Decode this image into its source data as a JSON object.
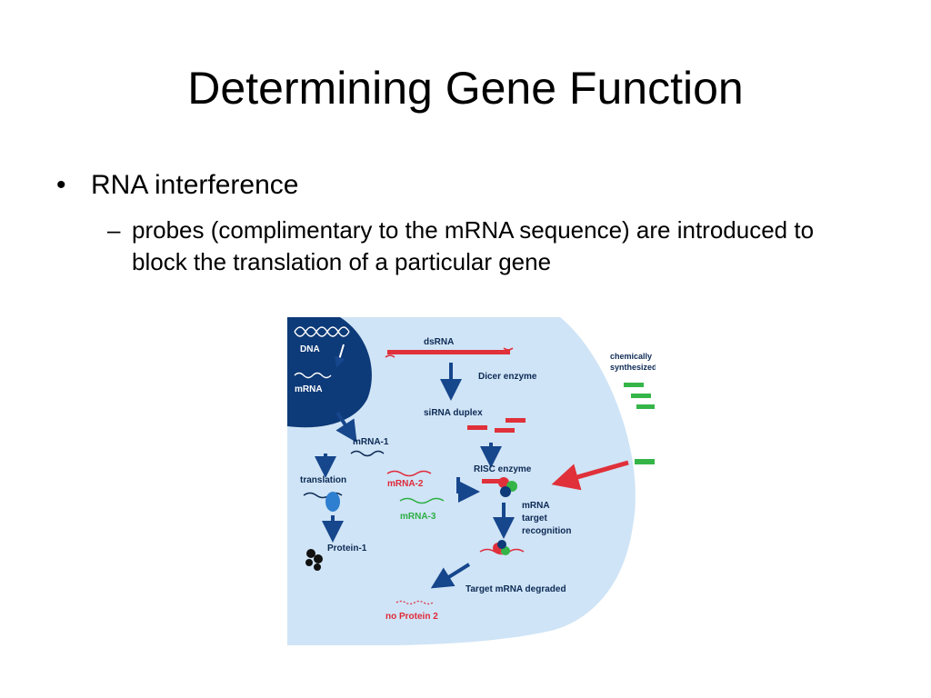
{
  "slide": {
    "title": "Determining Gene Function",
    "bullet_mark": "•",
    "sub_bullet_mark": "–",
    "bullet": "RNA interference",
    "sub_bullet": "probes (complimentary to the mRNA sequence) are introduced to block the translation of a particular gene"
  },
  "figure": {
    "labels": {
      "dna": "DNA",
      "mrna": "mRNA",
      "dsrna": "dsRNA",
      "dicer": "Dicer enzyme",
      "sirna_duplex": "siRNA duplex",
      "chem_line1": "chemically",
      "chem_line2": "synthesized siRNA",
      "mrna1": "mRNA-1",
      "translation": "translation",
      "protein1": "Protein-1",
      "risc": "RISC enzyme",
      "mrna2": "mRNA-2",
      "mrna3": "mRNA-3",
      "target_line1": "mRNA",
      "target_line2": "target",
      "target_line3": "recognition",
      "degraded": "Target mRNA degraded",
      "no_protein": "no Protein 2"
    },
    "colors": {
      "cell": "#cfe4f6",
      "nucleus": "#0d3a78",
      "arrow": "#16468c",
      "sirna_red": "#e0303a",
      "sirna_green": "#35b548",
      "protein_blue": "#2f7fd0",
      "label_red": "#e02a3a",
      "label_green": "#2fae45"
    }
  }
}
